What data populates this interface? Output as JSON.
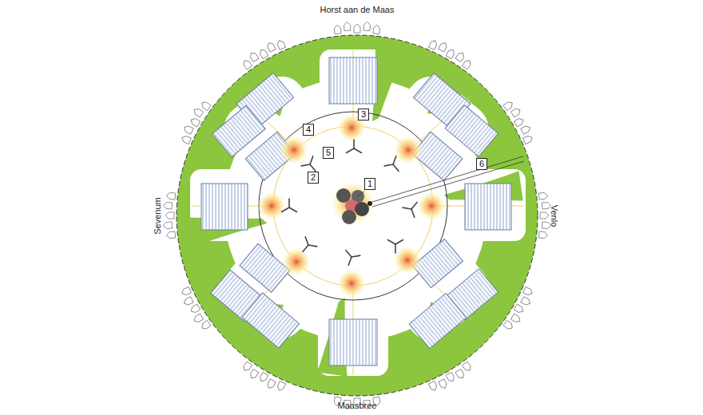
{
  "diagram": {
    "labels": [
      "Horst aan de Maas",
      "Maasbree",
      "Sevenum",
      "Venlo",
      "1",
      "2",
      "3",
      "4",
      "5",
      "6"
    ]
  }
}
